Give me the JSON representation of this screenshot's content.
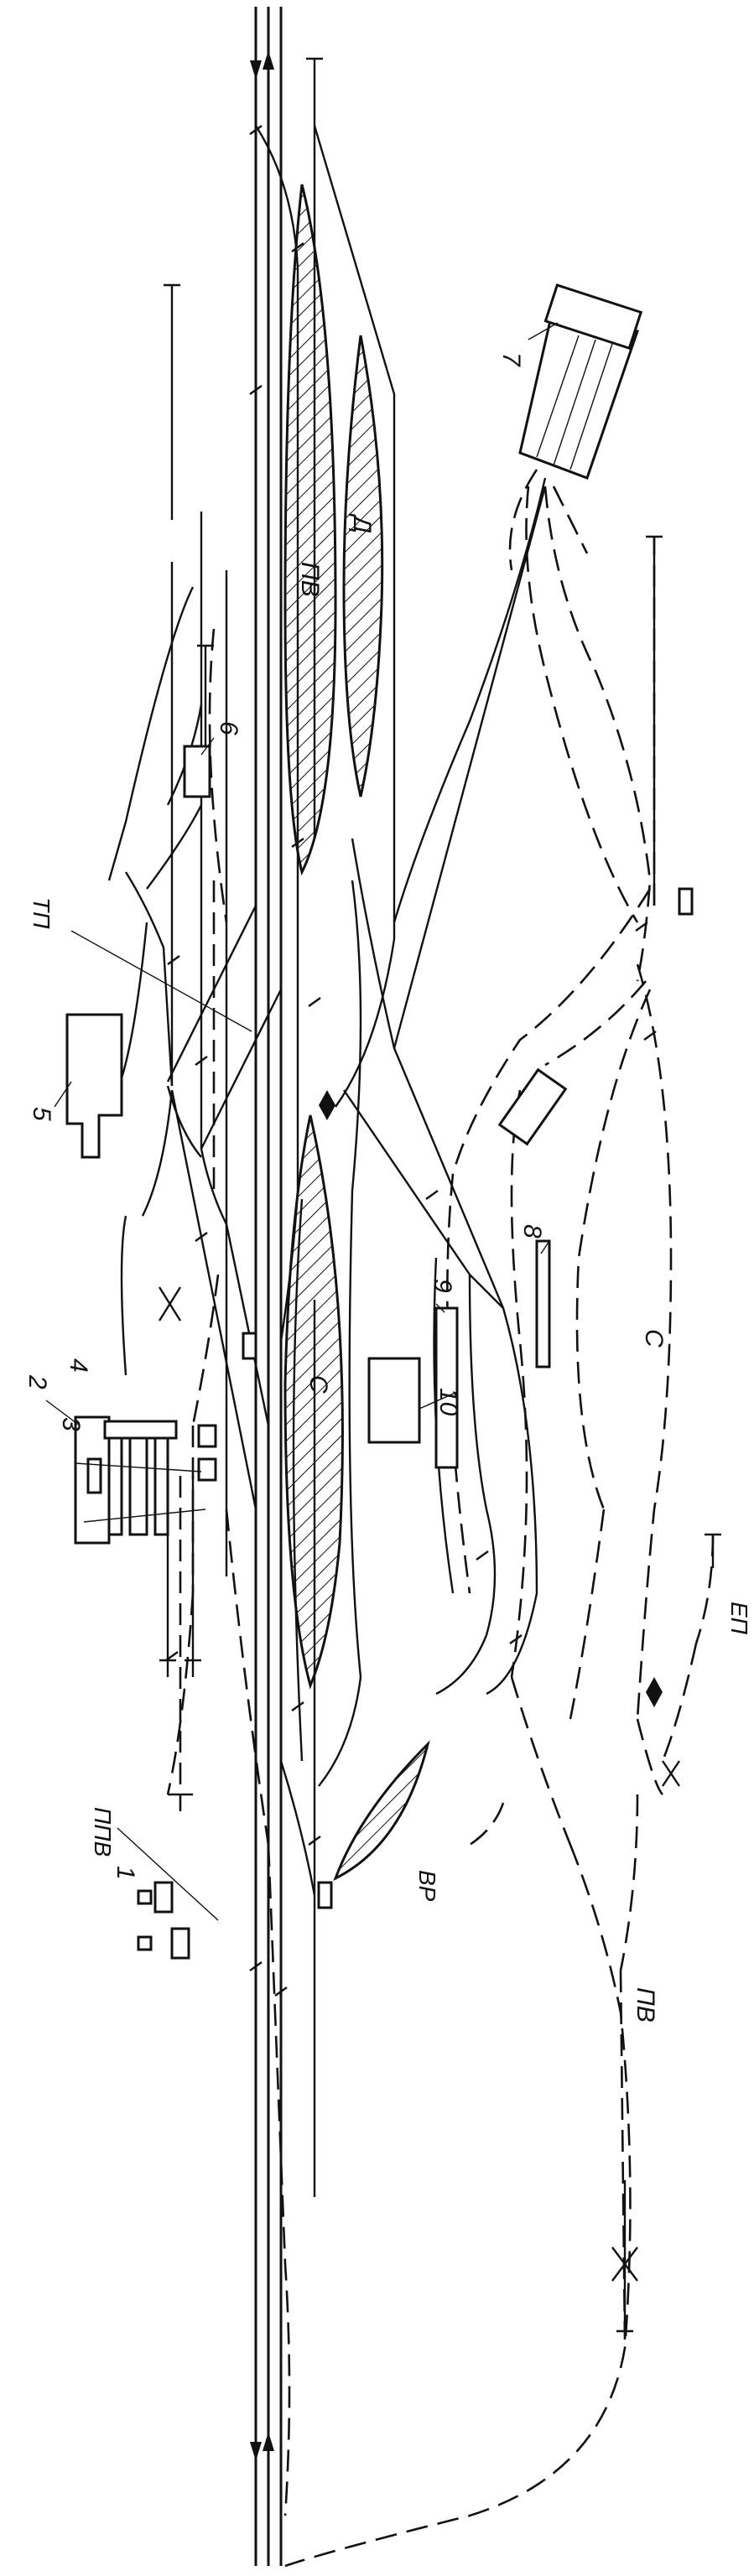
{
  "labels": {
    "n1": "1",
    "n2": "2",
    "n3": "3",
    "n4": "4",
    "n5": "5",
    "n6": "6",
    "n7": "7",
    "n8": "8",
    "n9": "9",
    "n10": "10",
    "ppv": "ППВ",
    "tp": "ТП",
    "vr": "ВР",
    "ep": "ЕП",
    "pv_top": "ПВ",
    "d": "Д",
    "s_main": "С",
    "s_lower": "С",
    "pv_lower": "ПВ"
  }
}
